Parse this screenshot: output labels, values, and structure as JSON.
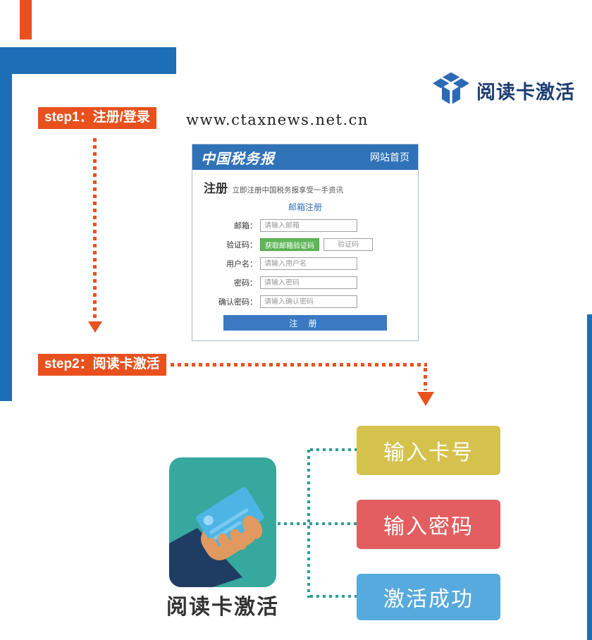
{
  "header": {
    "logo_title": "阅读卡激活"
  },
  "steps": {
    "step1_label": "step1：注册/登录",
    "step2_label": "step2：阅读卡激活"
  },
  "site": {
    "url": "www.ctaxnews.net.cn"
  },
  "form": {
    "brand": "中国税务报",
    "home_link": "网站首页",
    "title": "注册",
    "subtitle": "立即注册中国税务报享受一手资讯",
    "email_register_link": "邮箱注册",
    "fields": [
      {
        "label": "邮箱：",
        "placeholder": "请输入邮箱"
      },
      {
        "label": "验证码：",
        "placeholder": "验证码"
      },
      {
        "label": "用户名：",
        "placeholder": "请输入用户名"
      },
      {
        "label": "密码：",
        "placeholder": "请输入密码"
      },
      {
        "label": "确认密码：",
        "placeholder": "请输入确认密码"
      }
    ],
    "captcha_button": "获取邮箱验证码",
    "submit_label": "注 册"
  },
  "activation": {
    "caption": "阅读卡激活",
    "buttons": [
      {
        "label": "输入卡号",
        "color": "#d5c24d"
      },
      {
        "label": "输入密码",
        "color": "#e25e60"
      },
      {
        "label": "激活成功",
        "color": "#57aadd"
      }
    ]
  },
  "colors": {
    "accent_orange": "#e8511e",
    "bar_blue": "#1c6fb7",
    "brand_navy": "#1d3e74",
    "form_header_blue": "#2f72b8",
    "captcha_green": "#5fb75a",
    "submit_blue": "#3b7ac2",
    "connector_teal": "#2a9e95",
    "illustration_teal": "#36a89e"
  }
}
